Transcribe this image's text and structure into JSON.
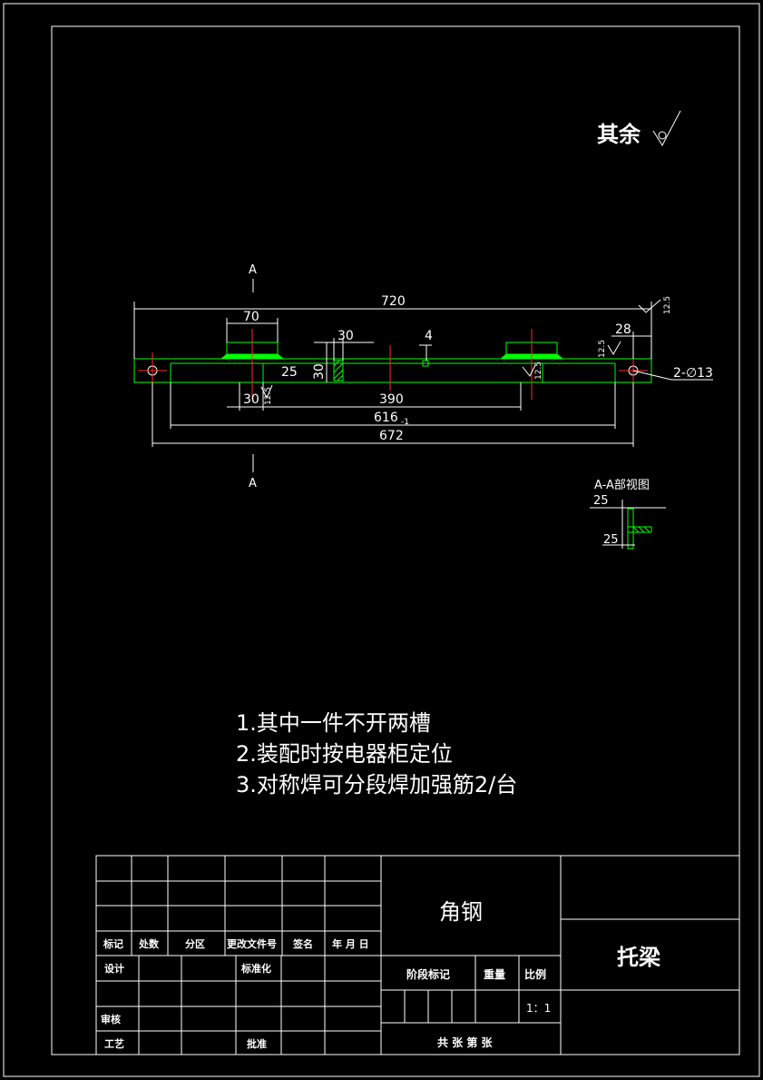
{
  "drawing": {
    "roughness_note": "其余",
    "section_top_label": "A",
    "section_bottom_label": "A",
    "section_view_title": "A-A部视图",
    "hole_callout": "2-∅13",
    "dimensions": {
      "overall": "720",
      "pad_width": "70",
      "slot_width": "30",
      "small_gap": "4",
      "end_offset": "28",
      "left_height": "25",
      "slot_height": "30",
      "bottom_gap": "30",
      "center_span": "390",
      "inner_span": "616",
      "inner_span_tol": "-1",
      "hole_span": "672",
      "section_top": "25",
      "section_bottom": "25"
    },
    "roughness_values": {
      "r1": "12.5",
      "r2": "12.5",
      "r3": "12.5",
      "r4": "12.5"
    }
  },
  "notes": [
    "1.其中一件不开两槽",
    "2.装配时按电器柜定位",
    "3.对称焊可分段焊加强筋2/台"
  ],
  "title_block": {
    "header": [
      "标记",
      "处数",
      "分区",
      "更改文件号",
      "签名",
      "年 月 日"
    ],
    "design": "设计",
    "standardize": "标准化",
    "review": "审核",
    "process": "工艺",
    "approve": "批准",
    "material": "角钢",
    "part_name": "托梁",
    "stage_mark": "阶段标记",
    "weight": "重量",
    "scale_label": "比例",
    "scale_value": "1：1",
    "sheets": "共 张 第 张"
  }
}
